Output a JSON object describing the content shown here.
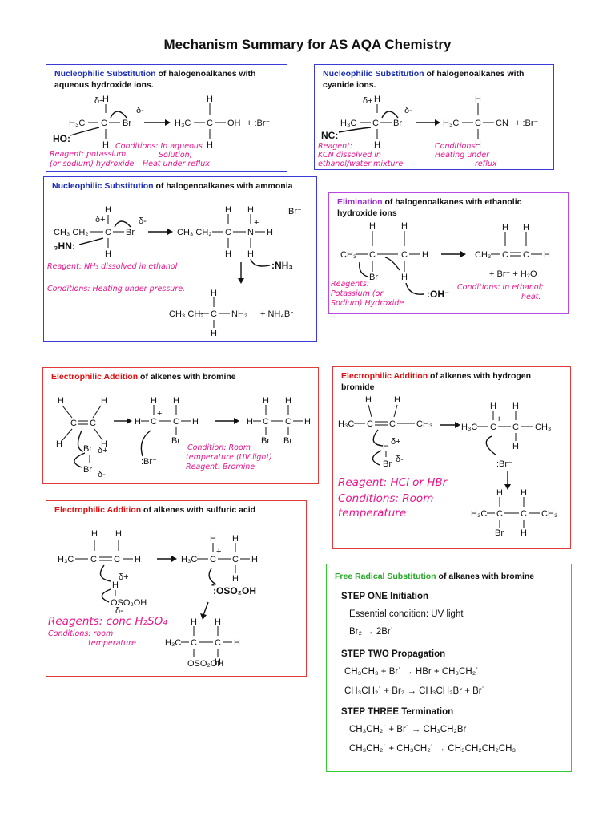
{
  "title": "Mechanism Summary for AS AQA Chemistry",
  "boxes": {
    "hydroxide": {
      "kw": "Nucleophilic Substitution",
      "rest": " of halogenoalkanes with aqueous hydroxide ions.",
      "reagent": [
        "Reagent: potassium",
        "(or sodium) hydroxide"
      ],
      "conditions": [
        "Conditions: In aqueous",
        "Solution,",
        "Heat under reflux"
      ]
    },
    "cyanide": {
      "kw": "Nucleophilic Substitution",
      "rest": " of halogenoalkanes with cyanide ions.",
      "reagent": [
        "Reagent:",
        "KCN dissolved in",
        "ethanol/water mixture"
      ],
      "conditions": [
        "Conditions:",
        "Heating under",
        "reflux"
      ]
    },
    "ammonia": {
      "kw": "Nucleophilic Substitution",
      "rest": " of halogenoalkanes with ammonia",
      "reagent": "Reagent: NH₃ dissolved in ethanol",
      "conditions": "Conditions: Heating under pressure."
    },
    "elimination": {
      "kw": "Elimination",
      "rest": " of halogenoalkanes with ethanolic hydroxide ions",
      "reagent": [
        "Reagents:",
        "Potassium (or",
        "Sodium) Hydroxide"
      ],
      "conditions": [
        "Conditions: In ethanol;",
        "heat."
      ]
    },
    "ea_bromine": {
      "kw": "Electrophilic Addition",
      "rest": " of alkenes with bromine",
      "conditions": [
        "Condition: Room",
        "temperature (UV light)",
        "Reagent: Bromine"
      ]
    },
    "ea_hbr": {
      "kw": "Electrophilic Addition",
      "rest": " of alkenes with hydrogen bromide",
      "reagent": "Reagent: HCl or HBr",
      "conditions": [
        "Conditions: Room",
        "temperature"
      ]
    },
    "ea_sulfuric": {
      "kw": "Electrophilic Addition",
      "rest": " of alkenes with sulfuric acid",
      "reagent": "Reagents: conc H₂SO₄",
      "conditions": [
        "Conditions: room",
        "temperature"
      ]
    },
    "radical": {
      "kw": "Free Radical Substitution",
      "rest": " of alkanes with bromine",
      "step1": "STEP ONE Initiation",
      "step1_cond": "Essential condition: UV light",
      "step1_eq": "Br₂  →  2Br˙",
      "step2": "STEP TWO Propagation",
      "step2_eq1": "CH₃CH₃ + Br˙ → HBr + CH₃CH₂˙",
      "step2_eq2": "CH₃CH₂˙ + Br₂ → CH₃CH₂Br + Br˙",
      "step3": "STEP THREE Termination",
      "step3_eq1": "CH₃CH₂˙ + Br˙ → CH₃CH₂Br",
      "step3_eq2": "CH₃CH₂˙ + CH₃CH₂˙ → CH₃CH₂CH₂CH₃"
    }
  },
  "colors": {
    "blue": "#3a3ad6",
    "purple": "#b84adf",
    "red": "#e23a3a",
    "green": "#33cc33",
    "handwriting": "#e8158c"
  }
}
